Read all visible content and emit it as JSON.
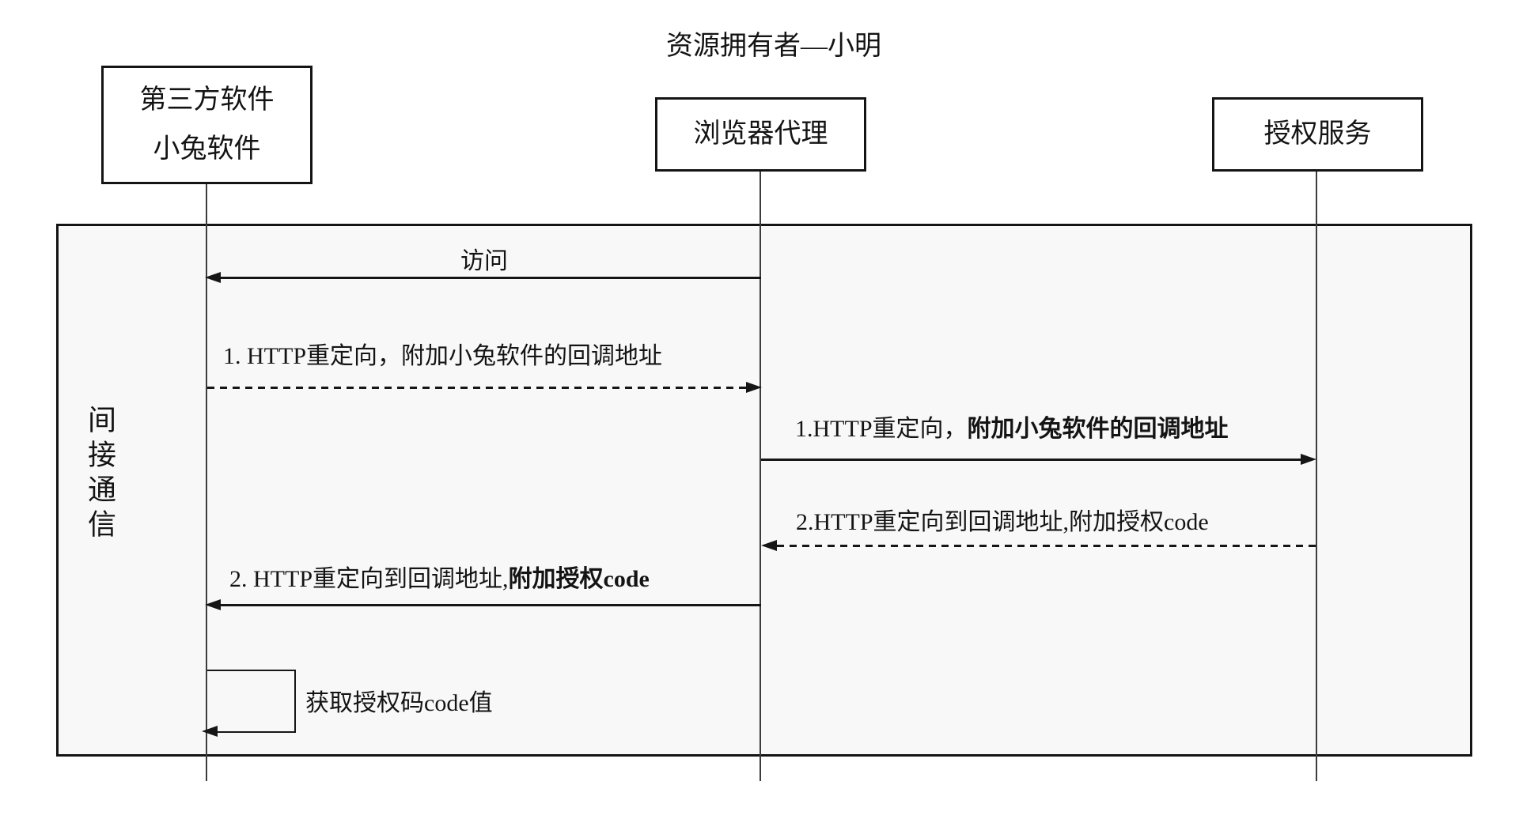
{
  "diagram": {
    "title": "资源拥有者—小明",
    "frame_label": "间接通信",
    "actors": [
      {
        "id": "third-party",
        "lines": [
          "第三方软件",
          "小兔软件"
        ]
      },
      {
        "id": "browser-agent",
        "lines": [
          "浏览器代理"
        ]
      },
      {
        "id": "auth-service",
        "lines": [
          "授权服务"
        ]
      }
    ],
    "messages": [
      {
        "id": "visit",
        "label": "访问",
        "from": "browser-agent",
        "to": "third-party",
        "style": "solid"
      },
      {
        "id": "redirect-1-callback",
        "label": "1. HTTP重定向，附加小兔软件的回调地址",
        "from": "third-party",
        "to": "browser-agent",
        "style": "dashed"
      },
      {
        "id": "redirect-1-to-auth",
        "label_prefix": "1.HTTP重定向，",
        "label_bold": "附加小兔软件的回调地址",
        "from": "browser-agent",
        "to": "auth-service",
        "style": "solid"
      },
      {
        "id": "redirect-2-with-code",
        "label": "2.HTTP重定向到回调地址,附加授权code",
        "from": "auth-service",
        "to": "browser-agent",
        "style": "dashed"
      },
      {
        "id": "redirect-2-to-third-party",
        "label_prefix": "2. HTTP重定向到回调地址,",
        "label_bold": "附加授权code",
        "from": "browser-agent",
        "to": "third-party",
        "style": "solid"
      },
      {
        "id": "self-get-code",
        "label": "获取授权码code值",
        "from": "third-party",
        "to": "third-party",
        "style": "self"
      }
    ]
  },
  "colors": {
    "frame_fill": "#f8f8f8",
    "line": "#161616",
    "background": "#ffffff"
  }
}
